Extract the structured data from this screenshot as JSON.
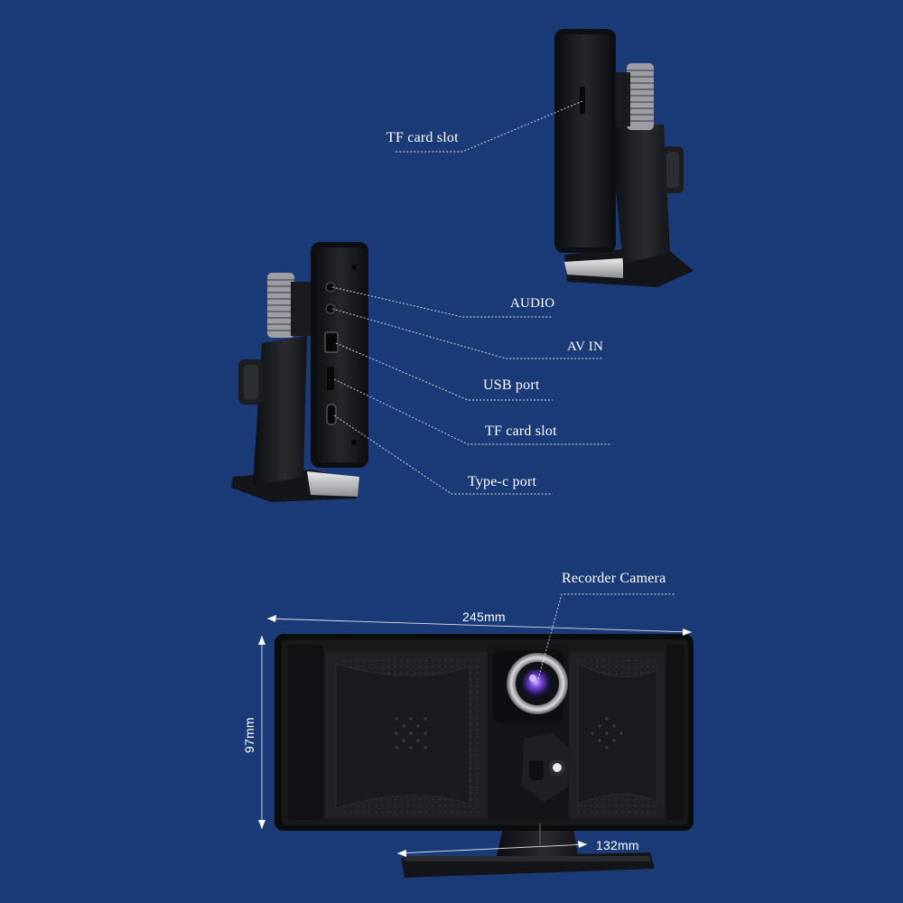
{
  "labels": {
    "tf_card_slot_top": "TF card slot",
    "audio": "AUDIO",
    "av_in": "AV IN",
    "usb_port": "USB port",
    "tf_card_slot_side": "TF card slot",
    "type_c_port": "Type-c port",
    "recorder_camera": "Recorder Camera"
  },
  "dimensions": {
    "width": "245mm",
    "height": "97mm",
    "depth": "132mm"
  },
  "colors": {
    "background": "#1b3a78",
    "device_body": "#1a1b1f",
    "leader_line": "#ffffff"
  }
}
